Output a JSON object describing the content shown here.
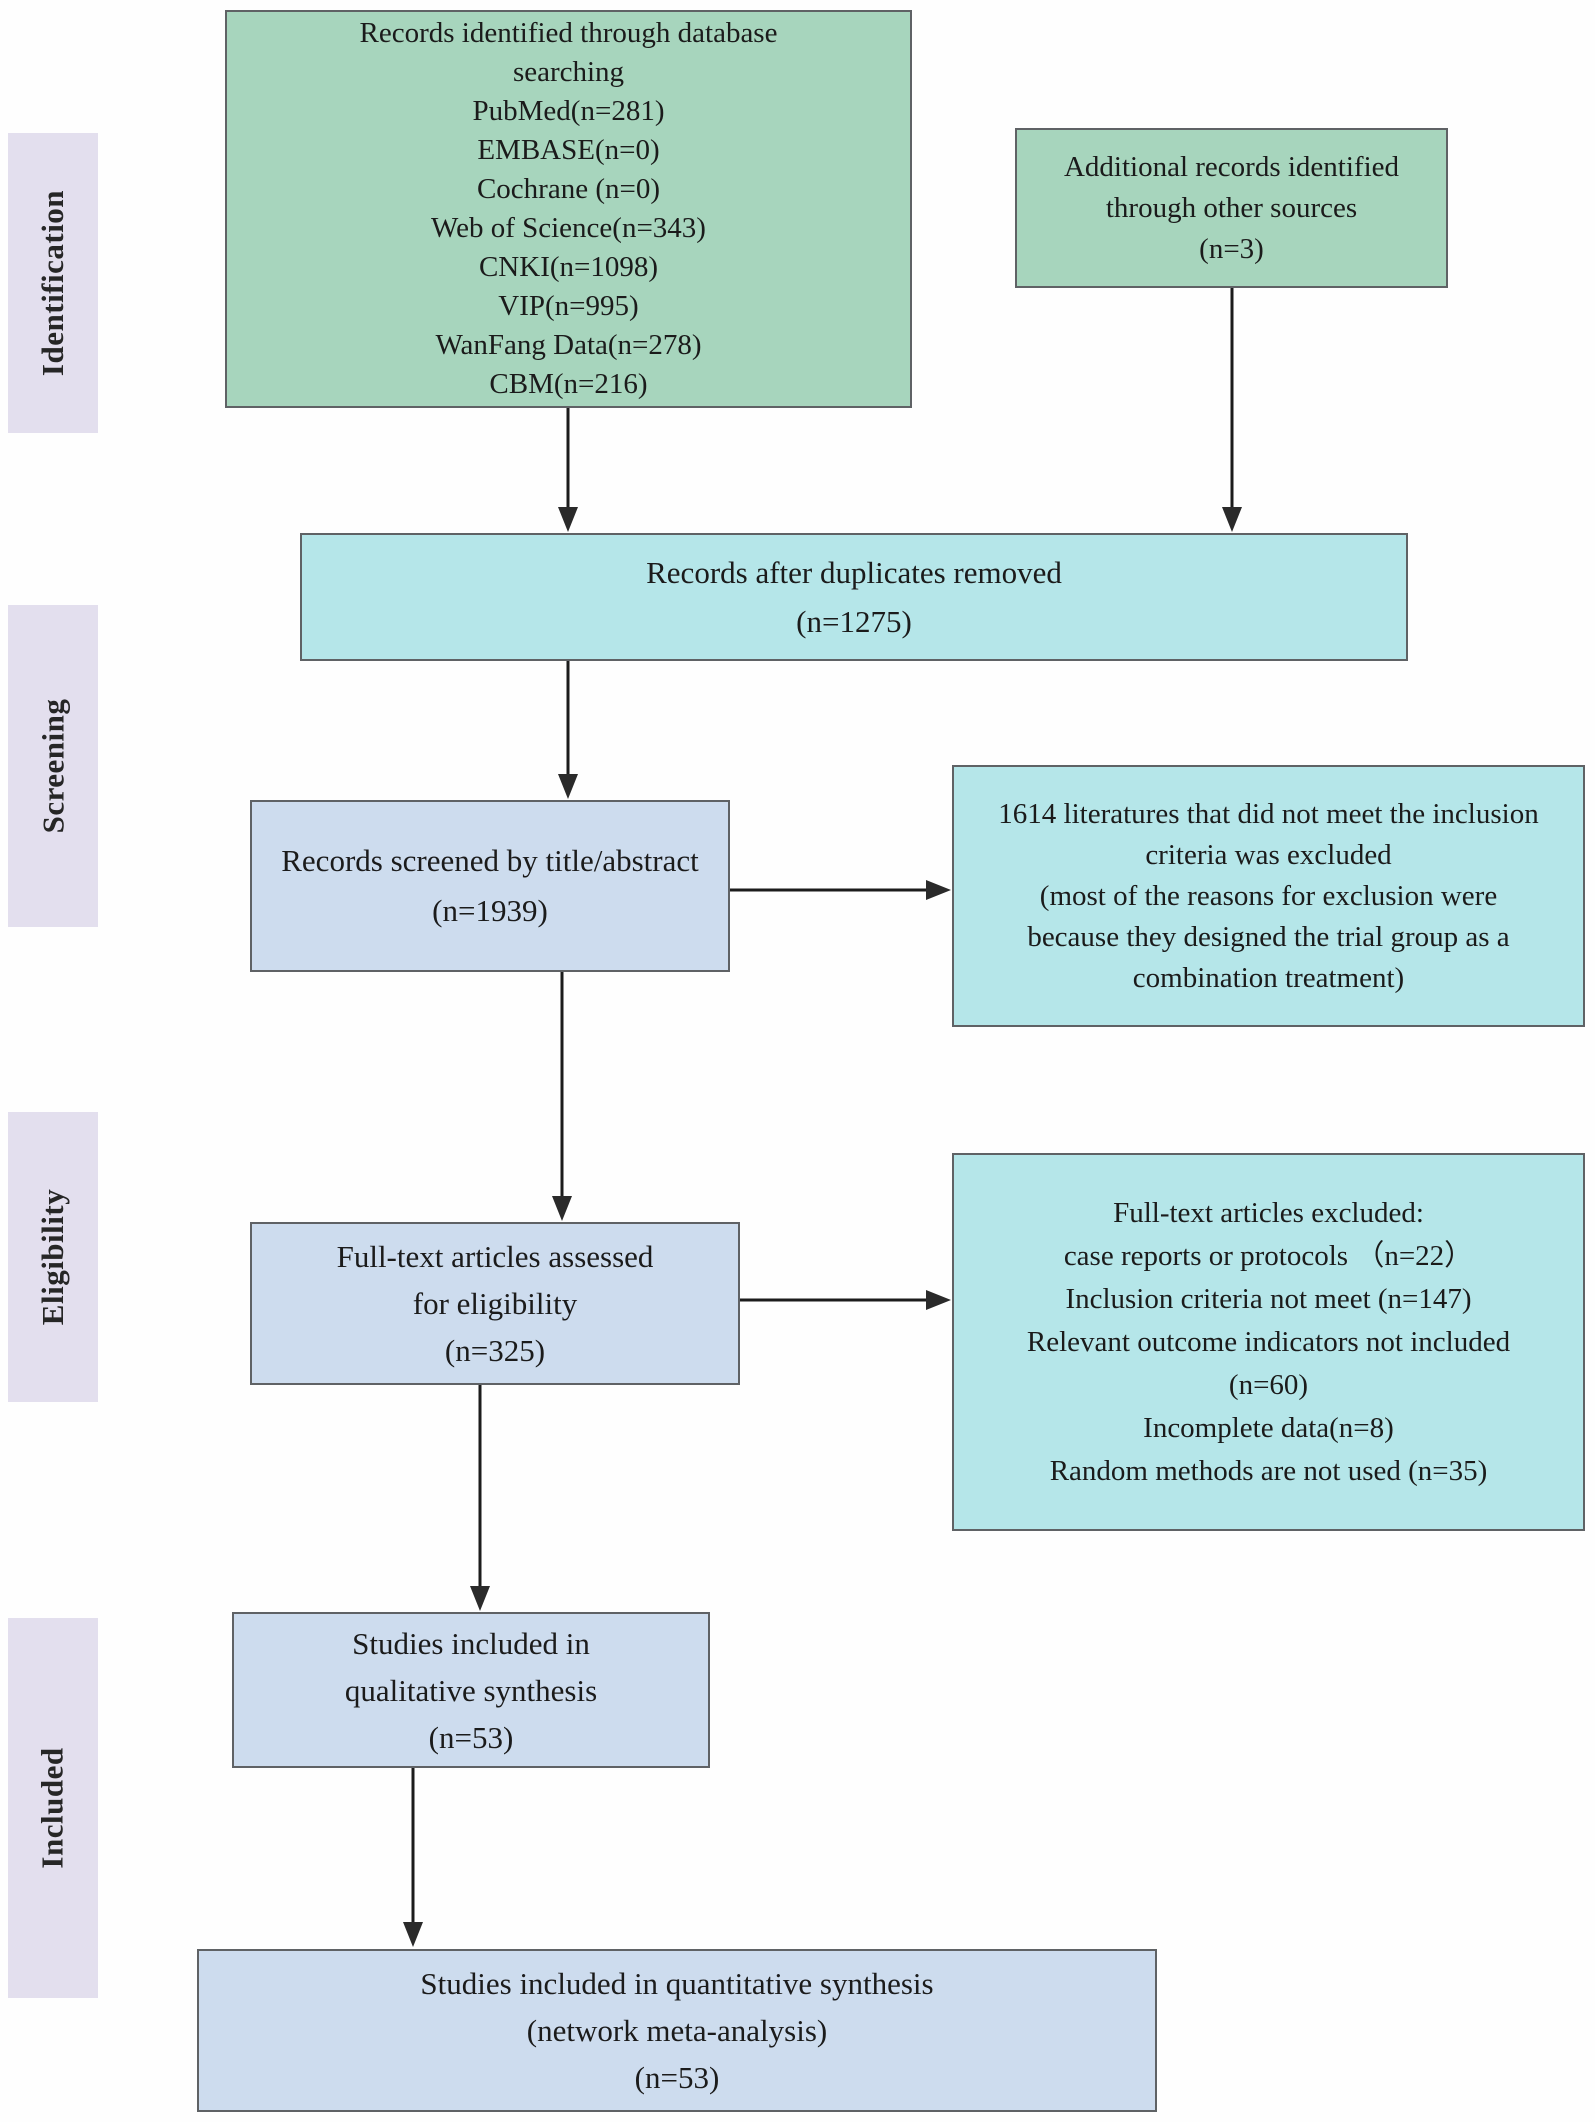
{
  "figure": {
    "type": "prisma-flow-diagram",
    "description": "Flow diagram of literature search and study selection for a network meta-analysis"
  },
  "colors": {
    "identified_box_fill": "#a7d5bd",
    "excluded_box_fill": "#b5e6e9",
    "included_box_fill": "#cddcee",
    "stage_label_fill": "#e3dfee",
    "box_border": "#5f6265",
    "arrow": "#1c1c1c"
  },
  "sidebar": {
    "items": [
      {
        "label": "Identification"
      },
      {
        "label": "Screening"
      },
      {
        "label": "Eligibility"
      },
      {
        "label": "Included"
      }
    ]
  },
  "boxes": {
    "database_search": {
      "lines": [
        "Records identified through database",
        "searching",
        "PubMed(n=281)",
        "EMBASE(n=0)",
        "Cochrane (n=0)",
        "Web of Science(n=343)",
        "CNKI(n=1098)",
        "VIP(n=995)",
        "WanFang Data(n=278)",
        "CBM(n=216)"
      ]
    },
    "other_sources": {
      "lines": [
        "Additional records identified",
        "through other sources",
        "(n=3)"
      ]
    },
    "duplicates_removed": {
      "lines": [
        "Records after duplicates removed",
        "(n=1275)"
      ]
    },
    "title_abstract_screened": {
      "lines": [
        "Records screened by title/abstract",
        "(n=1939)"
      ]
    },
    "screening_excluded": {
      "lines": [
        "1614 literatures that did not meet the inclusion",
        "criteria was excluded",
        "(most of the reasons for exclusion were",
        "because they designed the trial group as a",
        "combination treatment)"
      ]
    },
    "fulltext_assessed": {
      "lines": [
        "Full-text articles assessed",
        "for eligibility",
        "(n=325)"
      ]
    },
    "fulltext_excluded": {
      "lines": [
        "Full-text articles excluded:",
        "case reports or protocols （n=22）",
        "Inclusion criteria not meet (n=147)",
        "Relevant outcome indicators not included",
        "(n=60)",
        "Incomplete data(n=8)",
        "Random methods are not used (n=35)"
      ]
    },
    "qualitative_synthesis": {
      "lines": [
        "Studies included in",
        "qualitative synthesis",
        "(n=53)"
      ]
    },
    "quantitative_synthesis": {
      "lines": [
        "Studies included in quantitative synthesis",
        "(network meta-analysis)",
        "(n=53)"
      ]
    }
  }
}
